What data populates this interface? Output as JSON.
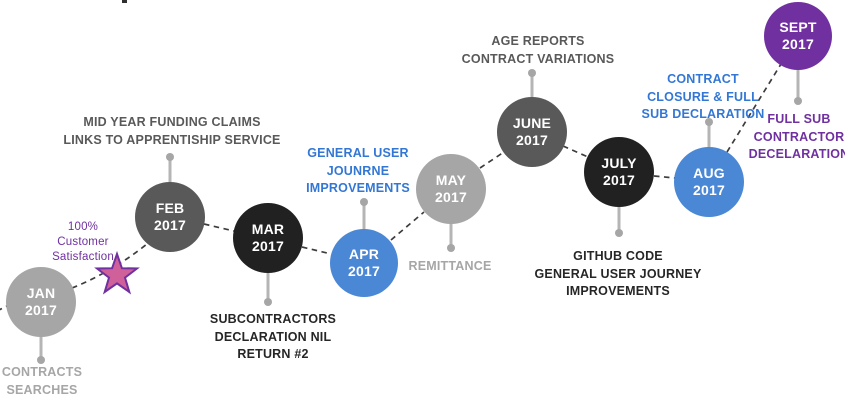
{
  "colors": {
    "circle-gray-light": "#a6a6a6",
    "circle-gray-dark": "#595959",
    "circle-black": "#212121",
    "circle-blue": "#4a87d5",
    "circle-purple": "#7030a0",
    "text-gray-light": "#a6a6a6",
    "text-gray-dark": "#595959",
    "text-black": "#262626",
    "text-blue": "#3377d4",
    "text-purple": "#7030a0",
    "star-fill": "#d0609a",
    "star-border": "#7030a0",
    "stem": "#b5b5b5",
    "stem-dot": "#a6a6a6",
    "dash": "#3d3d3d"
  },
  "timeline": {
    "milestones": [
      {
        "month": "JAN",
        "year": "2017",
        "label_position": "below",
        "label_lines": [
          "CONTRACTS",
          "SEARCHES"
        ]
      },
      {
        "month": "FEB",
        "year": "2017",
        "label_position": "above",
        "label_lines": [
          "MID YEAR FUNDING CLAIMS",
          "LINKS TO APPRENTISHIP SERVICE"
        ]
      },
      {
        "month": "MAR",
        "year": "2017",
        "label_position": "below",
        "label_lines": [
          "SUBCONTRACTORS",
          "DECLARATION NIL",
          "RETURN #2"
        ]
      },
      {
        "month": "APR",
        "year": "2017",
        "label_position": "above",
        "label_lines": [
          "GENERAL USER",
          "JOUNRNE",
          "IMPROVEMENTS"
        ]
      },
      {
        "month": "MAY",
        "year": "2017",
        "label_position": "below",
        "label_lines": [
          "REMITTANCE"
        ]
      },
      {
        "month": "JUNE",
        "year": "2017",
        "label_position": "above",
        "label_lines": [
          "AGE REPORTS",
          "CONTRACT VARIATIONS"
        ]
      },
      {
        "month": "JULY",
        "year": "2017",
        "label_position": "below",
        "label_lines": [
          "GITHUB CODE",
          "GENERAL USER JOURNEY",
          "IMPROVEMENTS"
        ]
      },
      {
        "month": "AUG",
        "year": "2017",
        "label_position": "above",
        "label_lines": [
          "CONTRACT",
          "CLOSURE & FULL",
          "SUB DECLARATION"
        ]
      },
      {
        "month": "SEPT",
        "year": "2017",
        "label_position": "below",
        "label_lines": [
          "FULL SUB",
          "CONTRACTOR",
          "DECELARATION"
        ]
      }
    ],
    "star_callout": {
      "lines": [
        "100%",
        "Customer",
        "Satisfaction"
      ]
    }
  }
}
